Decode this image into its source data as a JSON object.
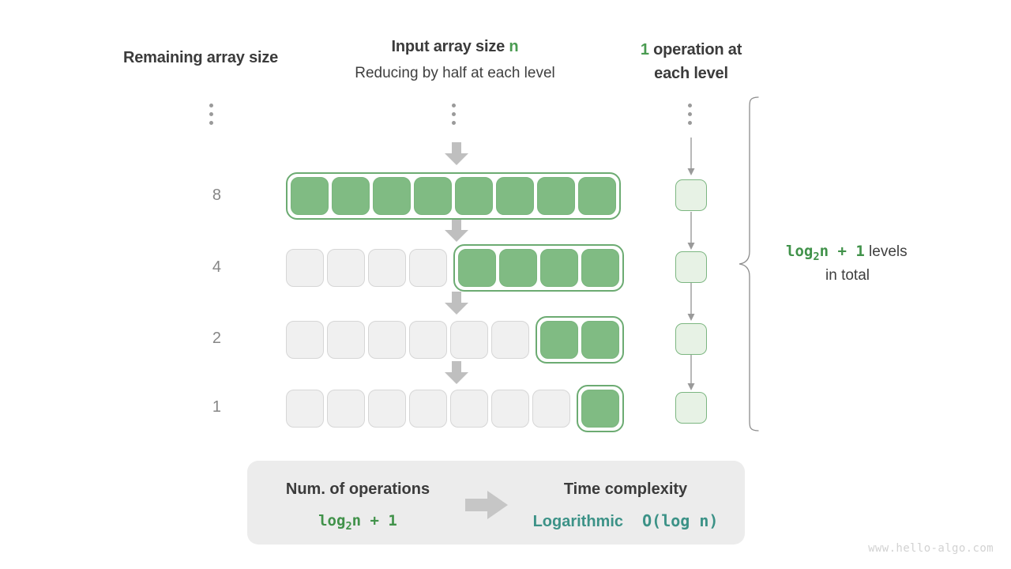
{
  "headers": {
    "left": "Remaining array size",
    "middle_title_pre": "Input array size ",
    "middle_title_var": "n",
    "middle_sub": "Reducing by half at each level",
    "right_num": "1",
    "right_line1_rest": " operation at",
    "right_line2": "each level"
  },
  "levels": [
    {
      "label": "8",
      "total_cells": 8,
      "filled_from": 0,
      "filled_count": 8
    },
    {
      "label": "4",
      "total_cells": 8,
      "filled_from": 4,
      "filled_count": 4
    },
    {
      "label": "2",
      "total_cells": 8,
      "filled_from": 6,
      "filled_count": 2
    },
    {
      "label": "1",
      "total_cells": 8,
      "filled_from": 7,
      "filled_count": 1
    }
  ],
  "ellipsis": {
    "dots": 3,
    "columns": [
      "left",
      "middle",
      "right"
    ]
  },
  "operations_per_level": [
    "1",
    "1",
    "1",
    "1"
  ],
  "brace_caption": {
    "formula": "log₂n + 1",
    "formula_base": "log",
    "formula_sub": "2",
    "formula_tail": "n + 1",
    "suffix": " levels",
    "line2": "in total"
  },
  "summary": {
    "left_title": "Num. of operations",
    "left_value_base": "log",
    "left_value_sub": "2",
    "left_value_tail": "n + 1",
    "arrow": "arrow-right-icon",
    "right_title": "Time complexity",
    "right_value_word": "Logarithmic",
    "right_value_bigo": "O(log n)"
  },
  "watermark": "www.hello-algo.com",
  "colors": {
    "green_accent": "#4a9b51",
    "cell_fill": "#80bb83",
    "cell_border": "#79b57d",
    "group_border": "#6cab72",
    "empty_fill": "#f0f0f0",
    "empty_border": "#d6d6d6",
    "opbox_fill": "#e7f2e5",
    "opbox_border": "#7cb681",
    "arrow_gray": "#bfbfbf",
    "thin_arrow_gray": "#9a9a9a",
    "text_dark": "#3b3b3b",
    "text_gray": "#868686",
    "teal": "#3c9287",
    "summary_bg": "#ececec",
    "watermark": "#d2d2d2"
  }
}
